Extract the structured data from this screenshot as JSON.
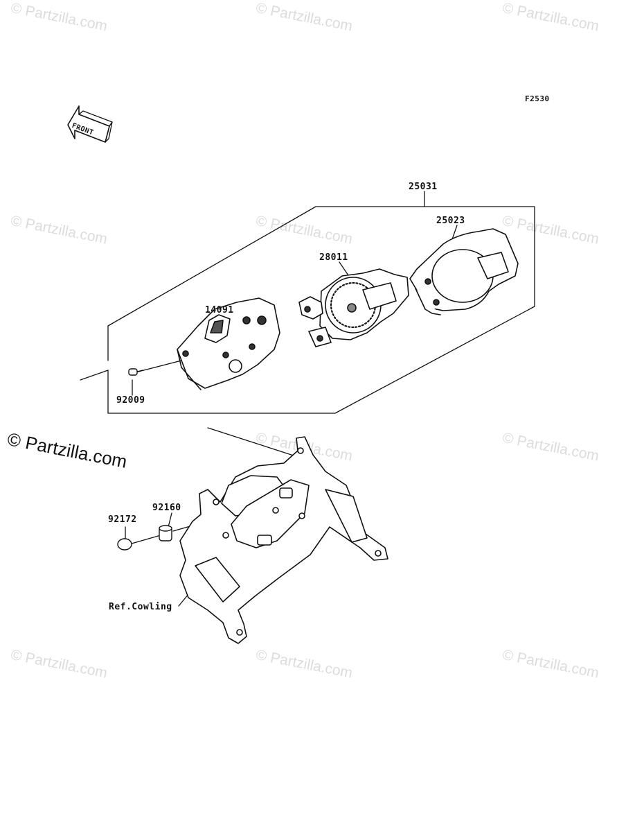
{
  "diagram_code": "F2530",
  "direction_label": "FRONT",
  "watermark_text": "© Partzilla.com",
  "brand_text": "© Partzilla.com",
  "parts": {
    "assembly": "25031",
    "lens_cover": "25023",
    "meter_unit": "28011",
    "meter_case": "14091",
    "screw": "92009",
    "damper": "92160",
    "cap": "92172",
    "ref_cowling": "Ref.Cowling"
  },
  "colors": {
    "line": "#111111",
    "part_fill": "#ffffff",
    "watermark": "#dcdcdc"
  }
}
